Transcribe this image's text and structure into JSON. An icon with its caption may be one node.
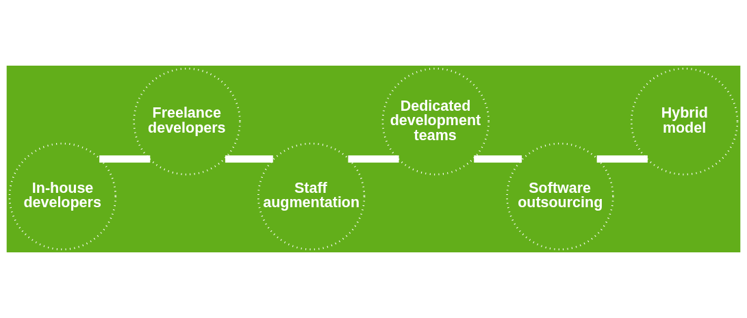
{
  "diagram": {
    "nodes": [
      {
        "text": [
          "In-house developers"
        ]
      },
      {
        "text": [
          "Freelance developers"
        ]
      },
      {
        "text": [
          "Staff augmentation"
        ]
      },
      {
        "text": [
          "Dedicated development teams"
        ]
      },
      {
        "text": [
          "Software outsourcing"
        ]
      },
      {
        "text": [
          "Hybrid model"
        ]
      }
    ],
    "edges": [
      {
        "from": 0,
        "to": 1,
        "arrow": "none"
      },
      {
        "from": 1,
        "to": 2,
        "arrow": "none"
      },
      {
        "from": 2,
        "to": 3,
        "arrow": "none"
      },
      {
        "from": 3,
        "to": 4,
        "arrow": "none"
      },
      {
        "from": 4,
        "to": 5,
        "arrow": "none"
      }
    ]
  }
}
